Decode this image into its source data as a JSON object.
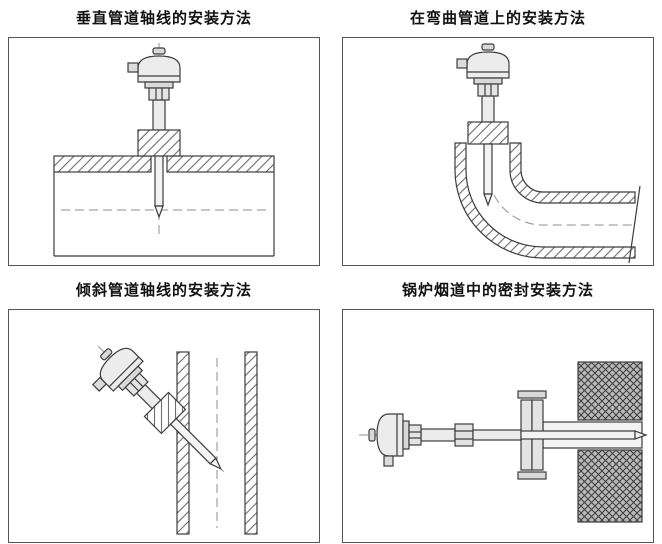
{
  "panels": [
    {
      "title": "垂直管道轴线的安装方法"
    },
    {
      "title": "在弯曲管道上的安装方法"
    },
    {
      "title": "倾斜管道轴线的安装方法"
    },
    {
      "title": "锅炉烟道中的密封安装方法"
    }
  ]
}
